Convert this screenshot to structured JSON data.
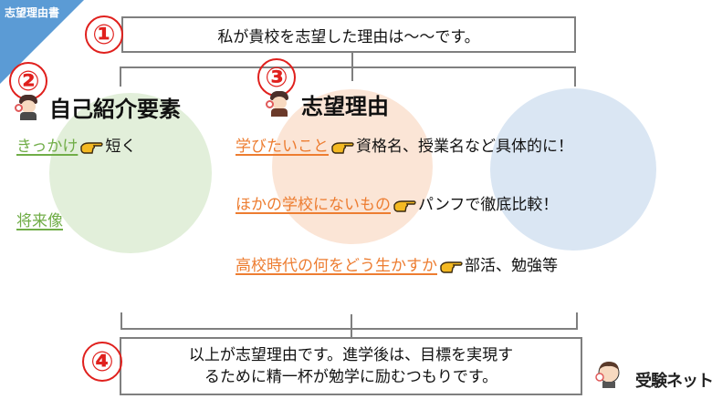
{
  "corner": {
    "label": "志望理由書",
    "color": "#5b9bd5"
  },
  "steps": {
    "one": "①",
    "two": "②",
    "three": "③",
    "four": "④"
  },
  "top_box": {
    "text": "私が貴校を志望した理由は～～です。"
  },
  "left_section": {
    "heading": "自己紹介要素",
    "circle_color": "#e2efda",
    "items": [
      {
        "keyword": "きっかけ",
        "description": "短く"
      },
      {
        "keyword": "将来像",
        "description": ""
      }
    ]
  },
  "middle_section": {
    "heading": "志望理由",
    "circle_color": "#fbe5d6",
    "items": [
      {
        "keyword": "学びたいこと",
        "description": "資格名、授業名など具体的に！"
      },
      {
        "keyword": "ほかの学校にないもの",
        "description": "パンフで徹底比較！"
      },
      {
        "keyword": "高校時代の何をどう生かすか",
        "description": "部活、勉強等"
      }
    ]
  },
  "right_section": {
    "circle_color": "#dae6f3"
  },
  "bottom_box": {
    "line1": "以上が志望理由です。進学後は、目標を実現す",
    "line2": "るために精一杯が勉学に励むつもりです。"
  },
  "logo": {
    "text": "受験ネット"
  },
  "colors": {
    "accent_red": "#e0201d",
    "keyword_green": "#70ad47",
    "keyword_orange": "#ed7d31",
    "connector_gray": "#7f7f7f"
  }
}
